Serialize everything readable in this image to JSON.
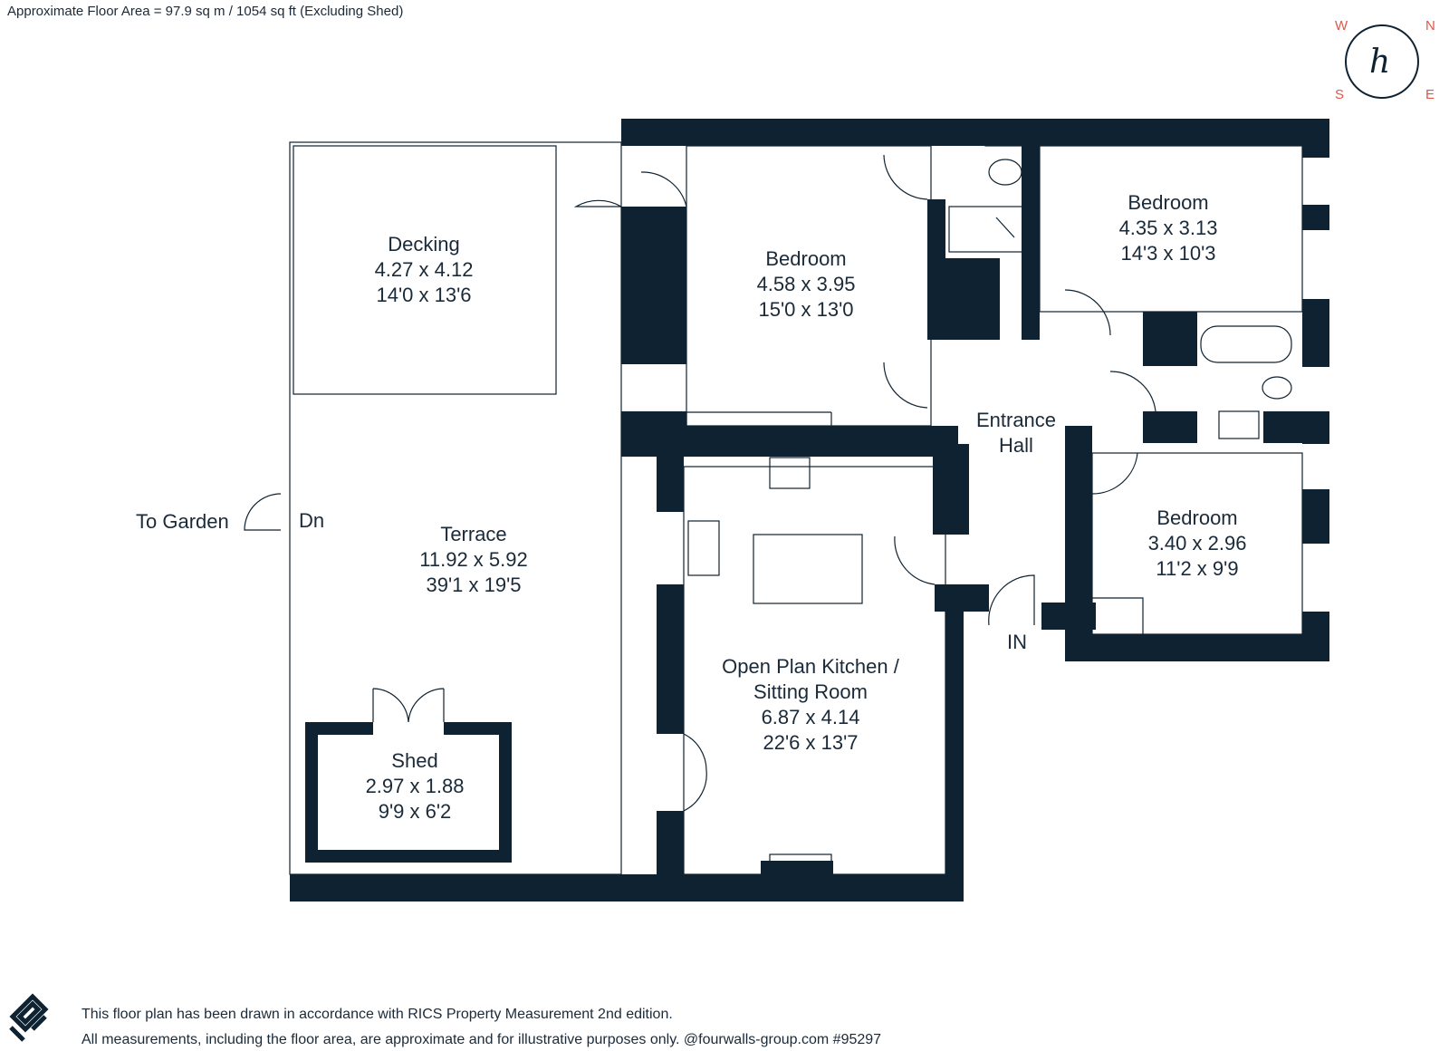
{
  "header": {
    "floor_area": "Approximate Floor Area = 97.9 sq m / 1054 sq ft (Excluding Shed)"
  },
  "compass": {
    "n": "N",
    "e": "E",
    "s": "S",
    "w": "W",
    "logo_letter": "h"
  },
  "rooms": {
    "decking": {
      "name": "Decking",
      "metric": "4.27 x 4.12",
      "imperial": "14'0 x 13'6"
    },
    "bedroom1": {
      "name": "Bedroom",
      "metric": "4.58 x 3.95",
      "imperial": "15'0 x 13'0"
    },
    "bedroom2": {
      "name": "Bedroom",
      "metric": "4.35 x 3.13",
      "imperial": "14'3 x 10'3"
    },
    "entrance": {
      "name1": "Entrance",
      "name2": "Hall"
    },
    "bedroom3": {
      "name": "Bedroom",
      "metric": "3.40 x 2.96",
      "imperial": "11'2 x 9'9"
    },
    "terrace": {
      "name": "Terrace",
      "metric": "11.92 x 5.92",
      "imperial": "39'1 x 19'5"
    },
    "kitchen": {
      "name1": "Open Plan Kitchen /",
      "name2": "Sitting Room",
      "metric": "6.87 x 4.14",
      "imperial": "22'6 x 13'7"
    },
    "shed": {
      "name": "Shed",
      "metric": "2.97 x 1.88",
      "imperial": "9'9 x 6'2"
    }
  },
  "labels": {
    "to_garden": "To Garden",
    "dn": "Dn",
    "in": "IN"
  },
  "footer": {
    "line1": "This floor plan has been drawn in accordance with RICS Property Measurement 2nd edition.",
    "line2": "All measurements, including the floor area, are approximate and for illustrative purposes only. @fourwalls-group.com #95297"
  },
  "colors": {
    "wall": "#0f2231",
    "accent": "#e0574a",
    "text": "#1b2a38"
  }
}
